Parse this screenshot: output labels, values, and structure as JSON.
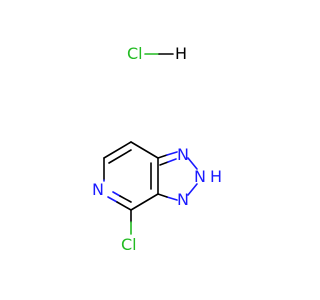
{
  "molecule": {
    "salt": {
      "cl": "Cl",
      "h": "H"
    },
    "atoms": {
      "n_pyridine": "N",
      "n1": "N",
      "n2": "N",
      "n2_h": "H",
      "n3": "N",
      "cl_substituent": "Cl"
    }
  },
  "colors": {
    "nitrogen": "#1a1aff",
    "chlorine": "#22bb22",
    "bond": "#000000"
  }
}
